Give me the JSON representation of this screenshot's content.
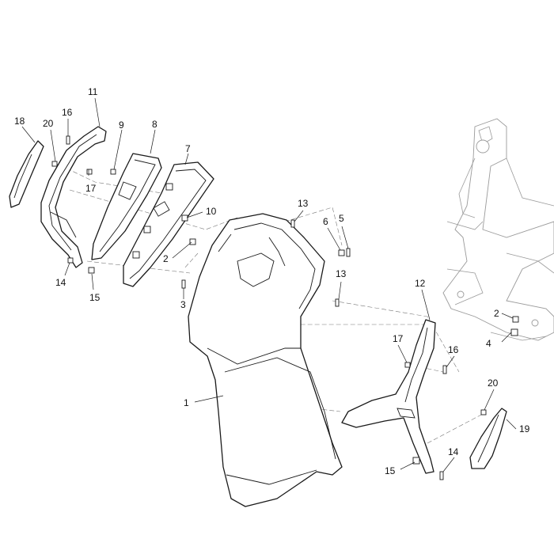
{
  "callouts": {
    "c1": "1",
    "c2a": "2",
    "c2b": "2",
    "c3": "3",
    "c4": "4",
    "c5": "5",
    "c6": "6",
    "c7": "7",
    "c8": "8",
    "c9": "9",
    "c10": "10",
    "c11": "11",
    "c12": "12",
    "c13a": "13",
    "c13b": "13",
    "c14a": "14",
    "c14b": "14",
    "c15a": "15",
    "c15b": "15",
    "c16a": "16",
    "c16b": "16",
    "c17a": "17",
    "c17b": "17",
    "c18": "18",
    "c19": "19",
    "c20a": "20",
    "c20b": "20"
  },
  "colors": {
    "line": "#1a1a1a",
    "ghost": "#9a9a9a",
    "background": "#ffffff"
  }
}
